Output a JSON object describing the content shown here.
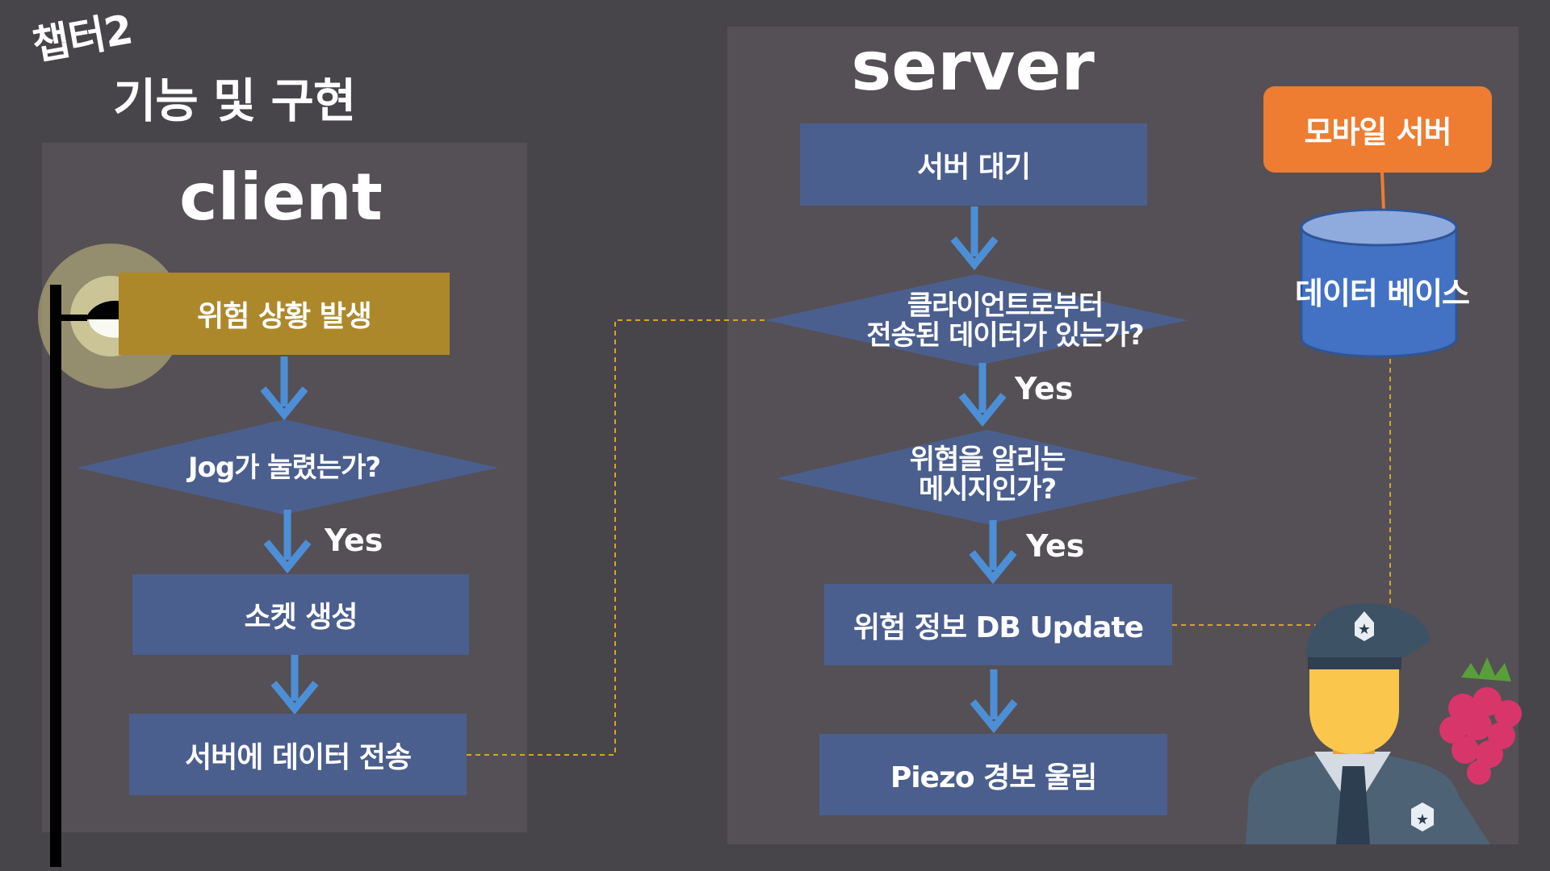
{
  "header": {
    "chapter": "챕터2",
    "subtitle": "기능 및 구현"
  },
  "client": {
    "title": "client",
    "hazard_label": "위험 상황 발생",
    "decision": "Jog가 눌렸는가?",
    "yes": "Yes",
    "socket": "소켓 생성",
    "send": "서버에 데이터 전송"
  },
  "server": {
    "title": "server",
    "wait": "서버 대기",
    "decision1_line1": "클라이언트로부터",
    "decision1_line2": "전송된 데이터가 있는가?",
    "yes1": "Yes",
    "decision2_line1": "위협을 알리는",
    "decision2_line2": "메시지인가?",
    "yes2": "Yes",
    "update": "위험 정보 DB Update",
    "alarm": "Piezo 경보 울림"
  },
  "mobile": {
    "server_label": "모바일 서버",
    "database_label": "데이터 베이스"
  },
  "colors": {
    "background": "#48454a",
    "panel": "#545055",
    "box": "#4b5f8e",
    "hazard": "#ad882b",
    "arrow": "#4d8fd6",
    "orange": "#ee7c31",
    "database": "#4372c4",
    "dashed_line": "#d4a52b"
  },
  "icons": {
    "lamp": "street-lamp-icon",
    "police": "police-officer-icon",
    "raspberry": "raspberry-icon",
    "database": "database-cylinder-icon"
  }
}
